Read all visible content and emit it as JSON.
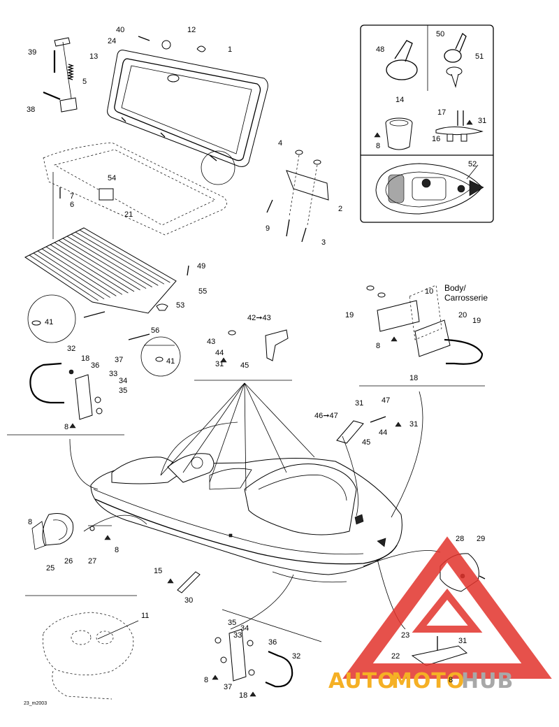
{
  "diagram": {
    "section_title": "Body/\nCarrosserie",
    "footer_code": "23_m2003",
    "watermark": {
      "auto": "AUTO",
      "moto": "MOTO",
      "hub": "HUB",
      "colors": {
        "red": "#e2332c",
        "orange": "#f4a300",
        "gray": "#9a9a9a"
      }
    },
    "callouts": {
      "c1": "1",
      "c2": "2",
      "c3": "3",
      "c4": "4",
      "c5": "5",
      "c6": "6",
      "c7": "7",
      "c8": "8",
      "c9": "9",
      "c10": "10",
      "c11": "11",
      "c12": "12",
      "c13": "13",
      "c14": "14",
      "c15": "15",
      "c16": "16",
      "c17": "17",
      "c18": "18",
      "c19": "19",
      "c20": "20",
      "c21": "21",
      "c22": "22",
      "c23": "23",
      "c24": "24",
      "c25": "25",
      "c26": "26",
      "c27": "27",
      "c28": "28",
      "c29": "29",
      "c30": "30",
      "c31": "31",
      "c32": "32",
      "c33": "33",
      "c34": "34",
      "c35": "35",
      "c36": "36",
      "c37": "37",
      "c38": "38",
      "c39": "39",
      "c40": "40",
      "c41": "41",
      "c42_43": "42➞43",
      "c43": "43",
      "c44": "44",
      "c45": "45",
      "c46_47": "46➞47",
      "c47": "47",
      "c48": "48",
      "c49": "49",
      "c50": "50",
      "c51": "51",
      "c52": "52",
      "c53": "53",
      "c54": "54",
      "c55": "55",
      "c56": "56"
    }
  }
}
